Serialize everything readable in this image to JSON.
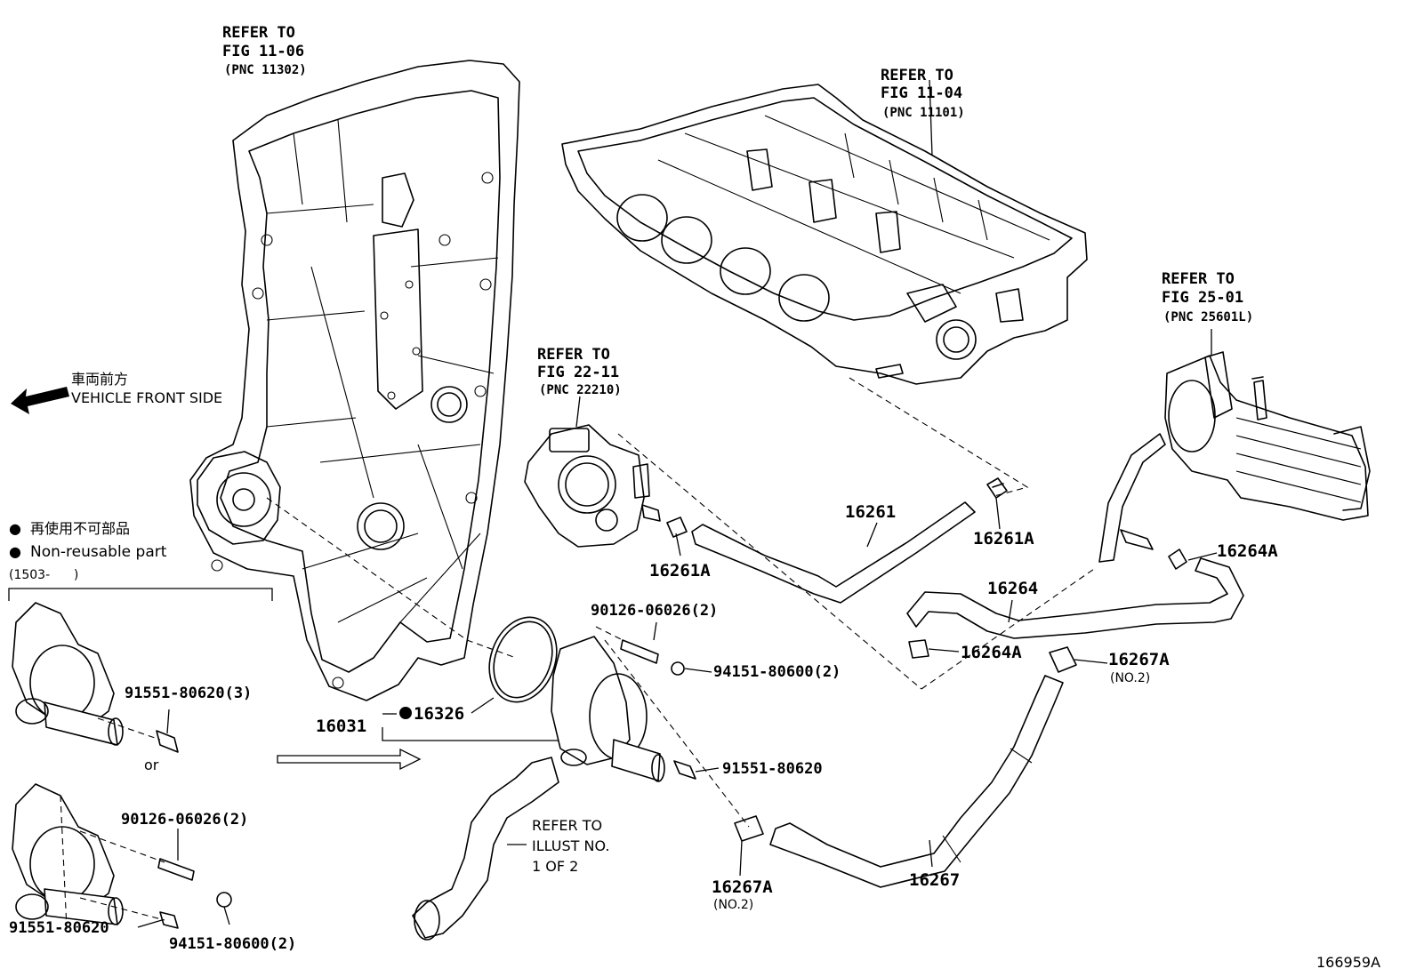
{
  "refs": {
    "timing_cover": {
      "line1": "REFER TO",
      "line2": "FIG 11-06",
      "line3": "(PNC 11302)"
    },
    "cylinder_head": {
      "line1": "REFER TO",
      "line2": "FIG 11-04",
      "line3": "(PNC 11101)"
    },
    "throttle_body": {
      "line1": "REFER TO",
      "line2": "FIG 22-11",
      "line3": "(PNC 22210)"
    },
    "egr_cooler": {
      "line1": "REFER TO",
      "line2": "FIG 25-01",
      "line3": "(PNC 25601L)"
    },
    "illust": {
      "line1": "REFER TO",
      "line2": "ILLUST NO.",
      "line3": "1 OF 2"
    }
  },
  "front_side": {
    "jp": "車両前方",
    "en": "VEHICLE FRONT SIDE"
  },
  "legend": {
    "bullet": "●",
    "jp": "再使用不可部品",
    "en": "Non-reusable part",
    "date_range": "(1503-      )"
  },
  "or_text": "or",
  "parts": {
    "p16261": "16261",
    "p16261A_right": "16261A",
    "p16261A_left": "16261A",
    "p16264": "16264",
    "p16264A_right": "16264A",
    "p16264A_left": "16264A",
    "p16267A_right": "16267A",
    "p16267A_right_note": "(NO.2)",
    "p16267A_bottom": "16267A",
    "p16267A_bottom_note": "(NO.2)",
    "p16267": "16267",
    "p16031": "16031",
    "p16326": "16326",
    "p90126_center": "90126-06026(2)",
    "p94151_center": "94151-80600(2)",
    "p91551_center": "91551-80620",
    "p91551_left_top": "91551-80620(3)",
    "p90126_left": "90126-06026(2)",
    "p91551_left_bottom": "91551-80620",
    "p94151_left": "94151-80600(2)"
  },
  "illustration_id": "166959A"
}
